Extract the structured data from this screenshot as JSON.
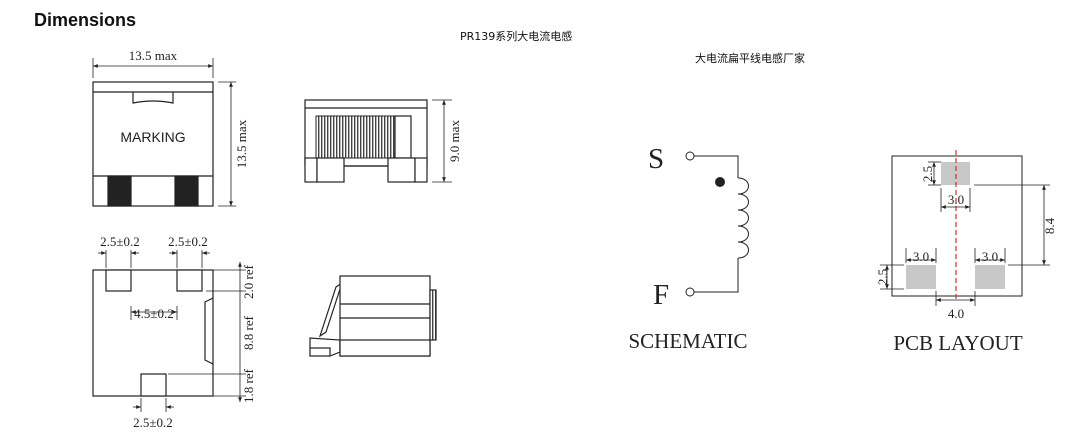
{
  "header": {
    "title": "Dimensions",
    "series_caption": "PR139系列大电流电感",
    "maker_caption": "大电流扁平线电感厂家"
  },
  "top_view": {
    "width": "13.5 max",
    "height": "13.5 max",
    "marking": "MARKING"
  },
  "side_view": {
    "height": "9.0 max"
  },
  "bottom_view": {
    "pad_left": "2.5±0.2",
    "pad_right": "2.5±0.2",
    "pad_gap": "4.5±0.2",
    "pad_bottom": "2.5±0.2",
    "h_top": "2.0 ref",
    "h_mid": "8.8 ref",
    "h_bot": "1.8 ref"
  },
  "schematic": {
    "start": "S",
    "finish": "F",
    "label": "SCHEMATIC"
  },
  "pcb_layout": {
    "label": "PCB LAYOUT",
    "pad_h_top": "2.5",
    "pad_w_top": "3.0",
    "span": "8.4",
    "pad_w_left": "3.0",
    "pad_w_right": "3.0",
    "pad_h_bottom": "2.5",
    "gap": "4.0",
    "pad_color": "#c8c8c8"
  }
}
